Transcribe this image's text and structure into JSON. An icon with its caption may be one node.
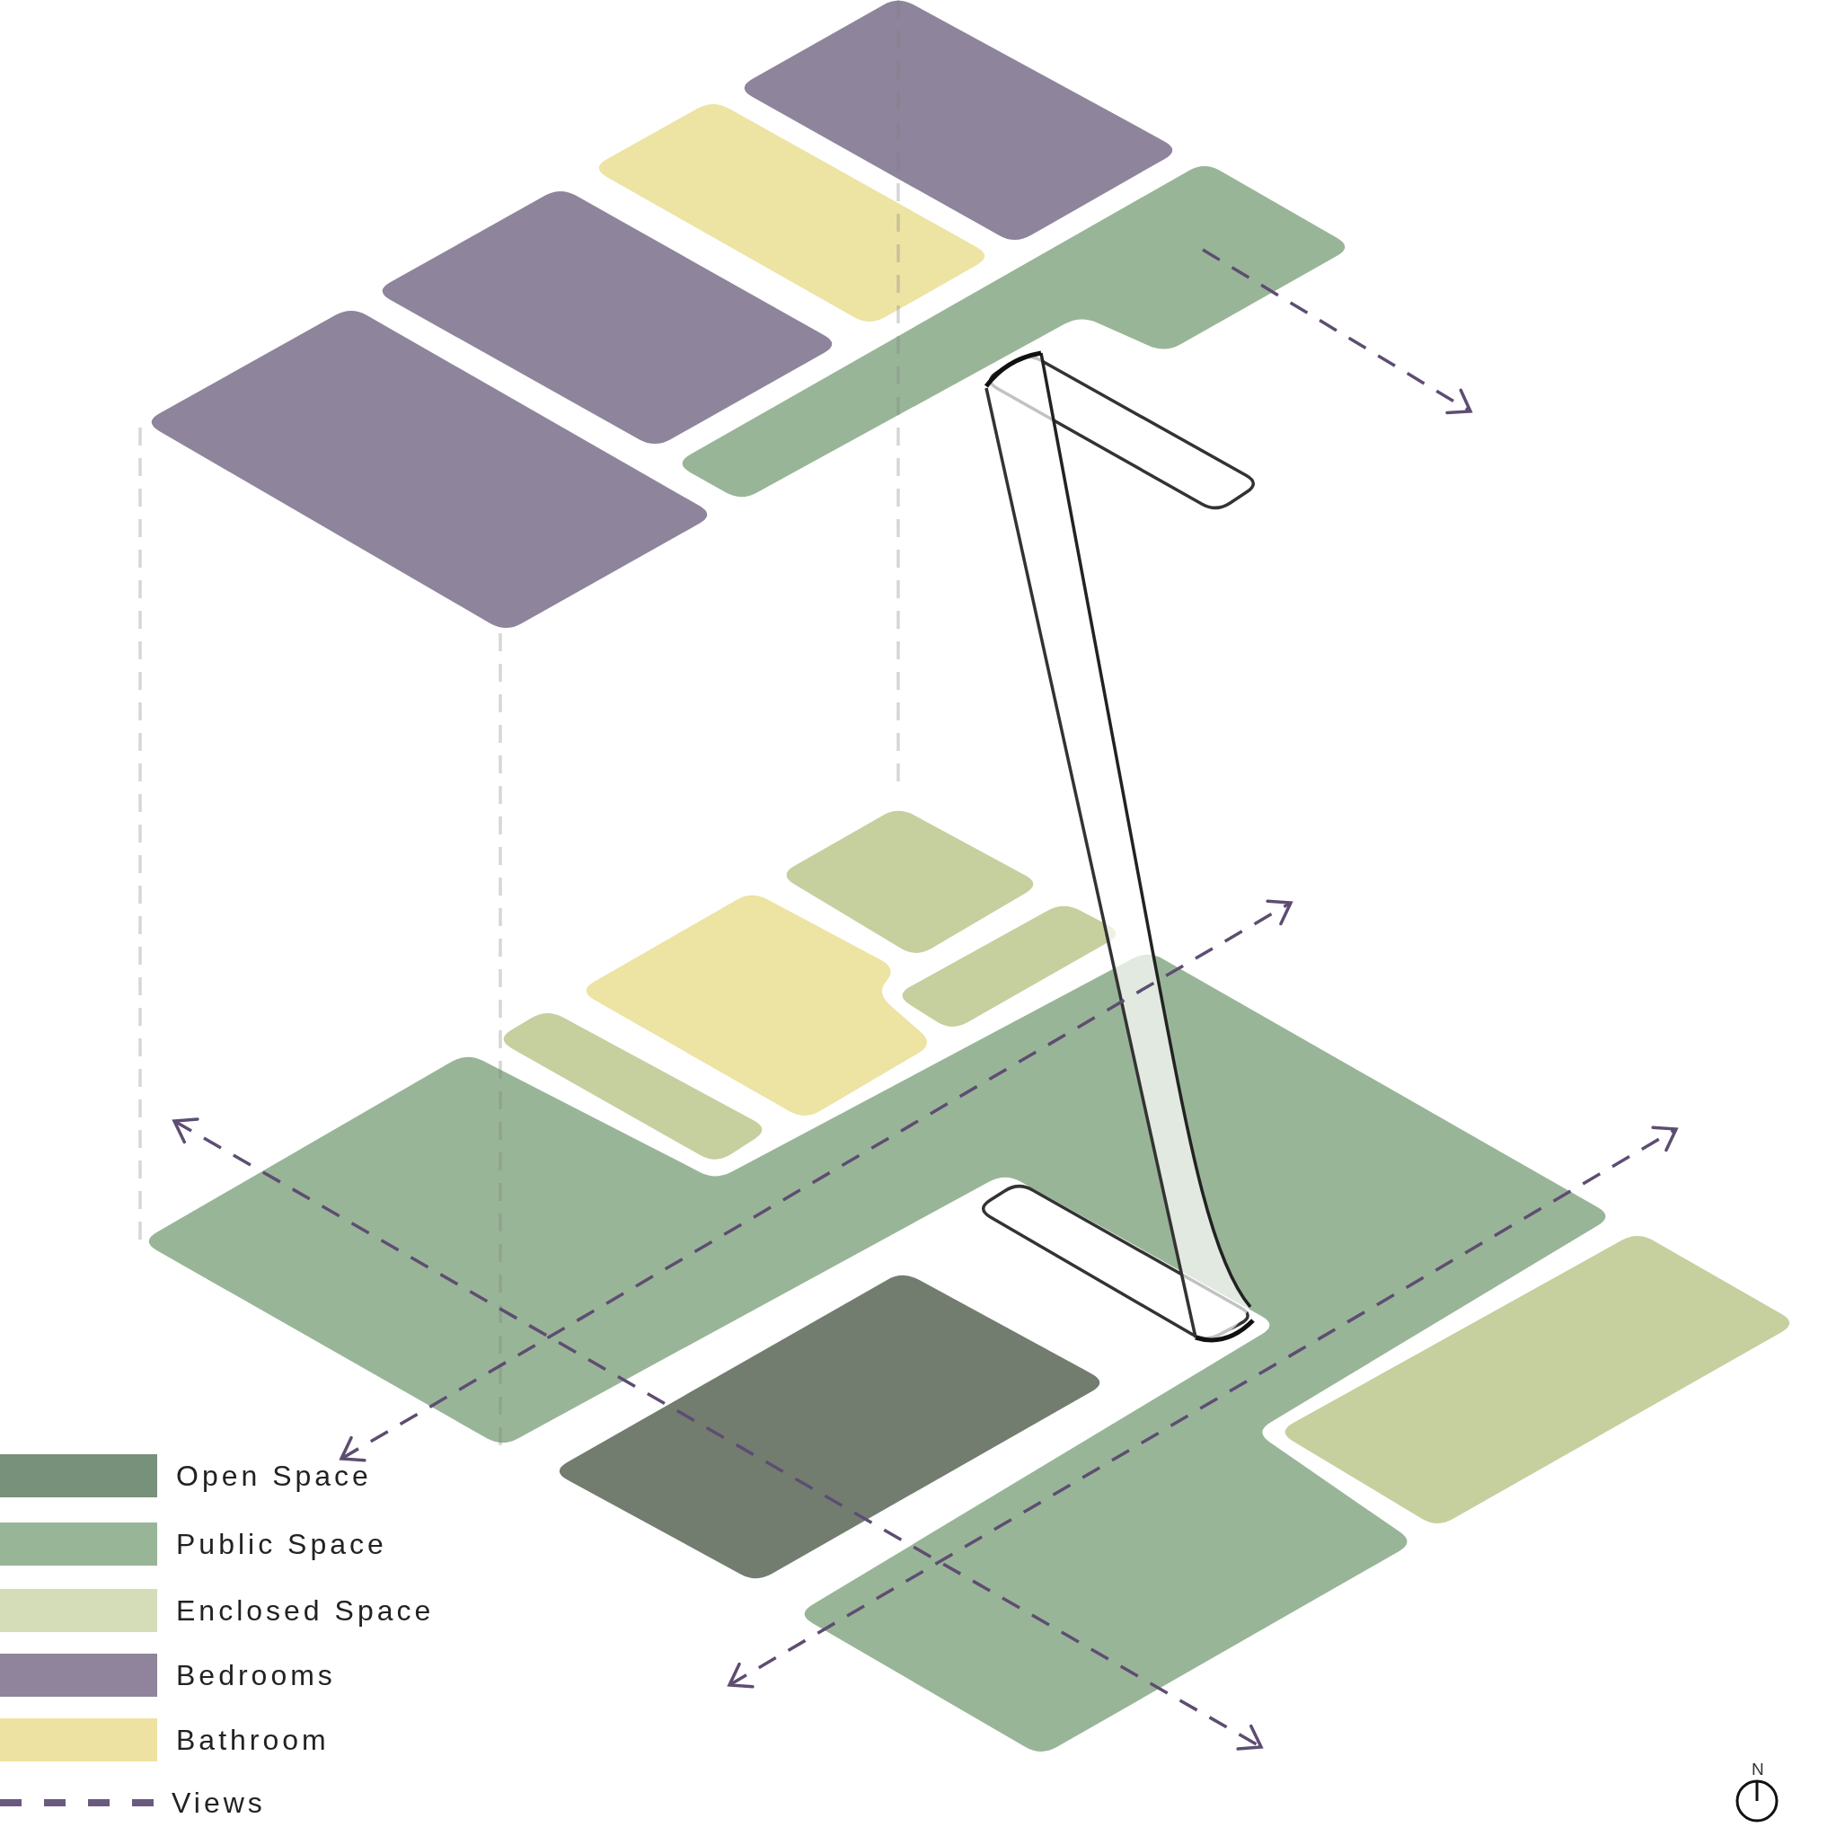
{
  "diagram": {
    "labels": [
      "N"
    ],
    "legend": [
      {
        "text": "Open Space",
        "color": "#77917a"
      },
      {
        "text": "Public Space",
        "color": "#98b598"
      },
      {
        "text": "Enclosed Space",
        "color": "#d4dcb8"
      },
      {
        "text": "Bedrooms",
        "color": "#8f849c"
      },
      {
        "text": "Bathroom",
        "color": "#eee2a2"
      },
      {
        "text": "Views"
      }
    ]
  }
}
